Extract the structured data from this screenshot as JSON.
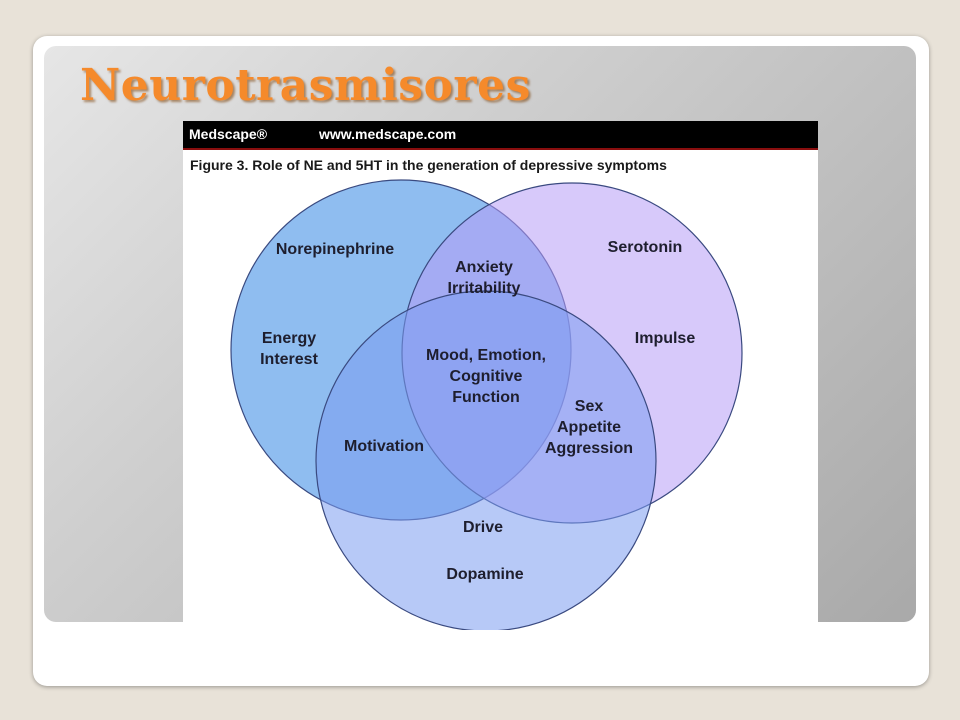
{
  "slide": {
    "title": "Neurotrasmisores"
  },
  "figure": {
    "brand": "Medscape®",
    "url": "www.medscape.com",
    "caption": "Figure 3.  Role of NE and 5HT in the generation of depressive symptoms"
  },
  "venn": {
    "sets": [
      {
        "id": "norepinephrine",
        "label": "Norepinephrine",
        "color": "#8fbdf0"
      },
      {
        "id": "serotonin",
        "label": "Serotonin",
        "color": "#b79cf5"
      },
      {
        "id": "dopamine",
        "label": "Dopamine",
        "color": "#7b9df0"
      }
    ],
    "regions": {
      "ne_only": "Energy\nInterest",
      "serotonin_only": "Impulse",
      "dopamine_only": "Drive",
      "ne_serotonin": "Anxiety\nIrritability",
      "ne_dopamine": "Motivation",
      "serotonin_dopamine": "Sex\nAppetite\nAggression",
      "all_three": "Mood, Emotion,\nCognitive\nFunction"
    }
  }
}
